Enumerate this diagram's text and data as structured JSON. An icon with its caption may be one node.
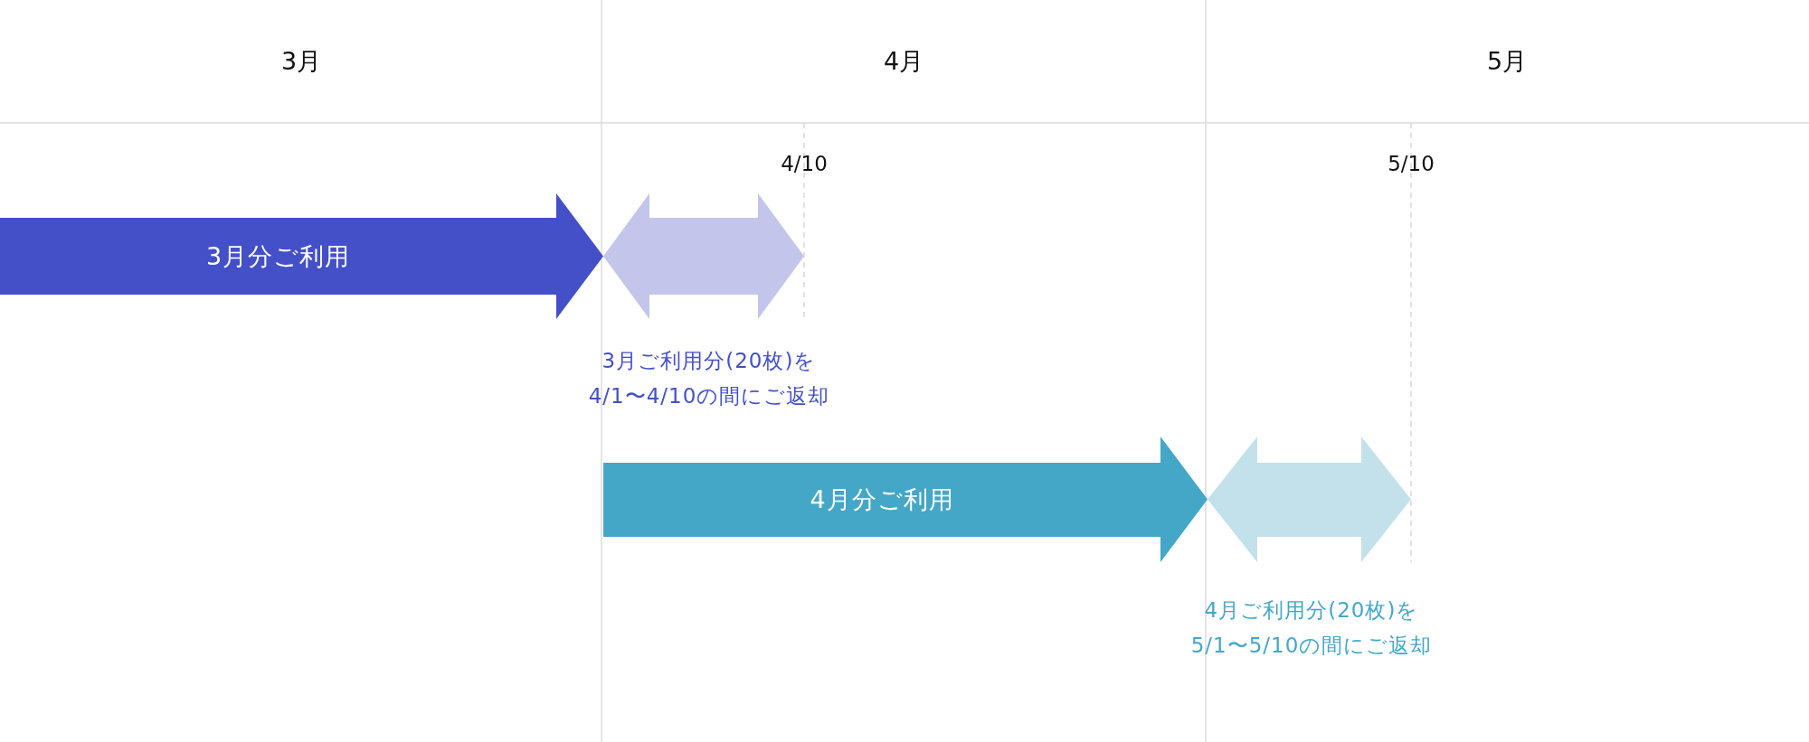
{
  "diagram": {
    "nodes": [
      {
        "text": [
          "3月分ご利用"
        ]
      },
      {
        "text": [],
        "shape": "arrow",
        "beside": [
          "3月ご利用分(20枚)を4/1〜4/10の間にご返却"
        ]
      },
      {
        "text": [
          "4月分ご利用"
        ]
      },
      {
        "text": [],
        "shape": "arrow",
        "beside": [
          "4月ご利用分(20枚)を5/1〜5/10の間にご返却"
        ]
      }
    ],
    "edges": [],
    "labels": [
      "3月",
      "4月",
      "5月",
      "4/10",
      "5/10"
    ]
  }
}
